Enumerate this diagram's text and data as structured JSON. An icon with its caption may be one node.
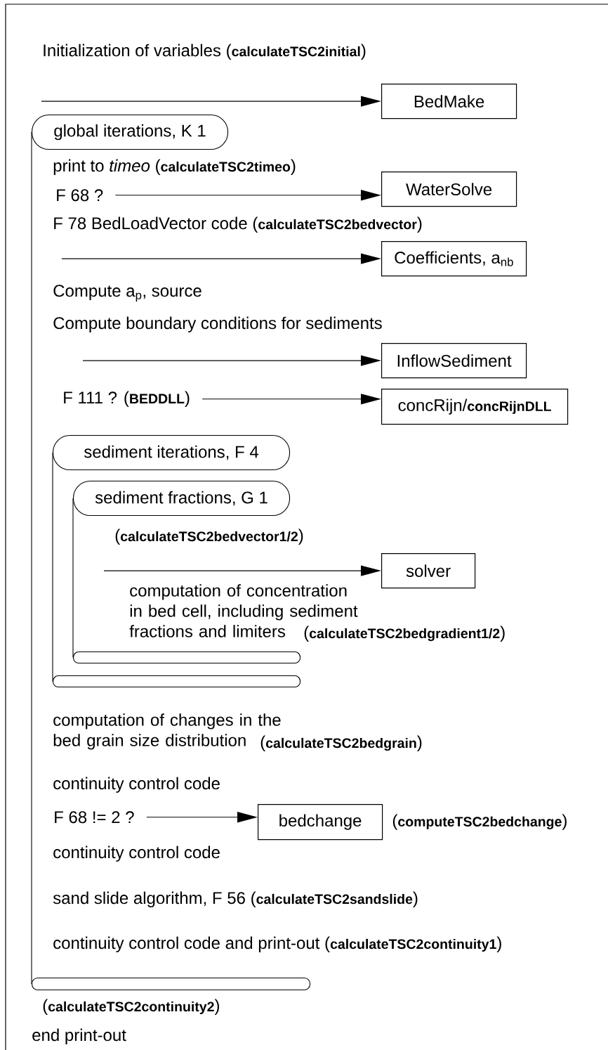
{
  "diagram": {
    "nodes": [
      {
        "text": [
          "BedMake"
        ]
      },
      {
        "text": [
          "global iterations, K 1"
        ]
      },
      {
        "text": [
          "F 68 ?"
        ]
      },
      {
        "text": [
          "WaterSolve"
        ]
      },
      {
        "text": [
          "Coefficients, a$_{nb}$"
        ]
      },
      {
        "text": [
          "InflowSediment"
        ]
      },
      {
        "text": [
          "F 111 ? (**BEDDLL**)"
        ]
      },
      {
        "text": [
          "concRijn/**concRijnDLL**"
        ]
      },
      {
        "text": [
          "sediment iterations, F 4"
        ]
      },
      {
        "text": [
          "sediment fractions, G 1"
        ]
      },
      {
        "text": [
          "solver"
        ]
      },
      {
        "text": [],
        "shape": "bar"
      },
      {
        "text": [],
        "shape": "bar"
      },
      {
        "text": [
          "F 68 != 2 ?"
        ]
      },
      {
        "text": [
          "bedchange"
        ],
        "beside": [
          "(**computeTSC2bedchange**)"
        ]
      },
      {
        "text": [],
        "shape": "bar"
      }
    ],
    "edges": [
      {
        "from": null,
        "to": 0,
        "arrow": "to"
      },
      {
        "from": 2,
        "to": 3,
        "arrow": "to"
      },
      {
        "from": null,
        "to": 4,
        "arrow": "to"
      },
      {
        "from": null,
        "to": 5,
        "arrow": "to"
      },
      {
        "from": 6,
        "to": 7,
        "arrow": "to"
      },
      {
        "from": null,
        "to": 10,
        "arrow": "to"
      },
      {
        "from": 13,
        "to": 14,
        "arrow": "to"
      },
      {
        "from": 1,
        "to": 15,
        "arrow": "none"
      },
      {
        "from": 8,
        "to": 12,
        "arrow": "none"
      },
      {
        "from": 9,
        "to": 11,
        "arrow": "none"
      }
    ],
    "labels": [
      "Initialization of variables (**calculateTSC2initial**)",
      "print to *timeo* (**calculateTSC2timeo**)",
      "F 78 BedLoadVector code (**calculateTSC2bedvector**)",
      "Compute a$_{p}$, source",
      "Compute boundary conditions for sediments",
      "(**calculateTSC2bedvector1/2**)",
      "computation of concentration in bed cell, including sediment fractions and limiters",
      "(**calculateTSC2bedgradient1/2**)",
      "computation of changes in the bed grain size distribution",
      "(**calculateTSC2bedgrain**)",
      "continuity control code",
      "continuity control code",
      "sand slide algorithm, F 56 (**calculateTSC2sandslide**)",
      "continuity control code and print-out (**calculateTSC2continuity1**)",
      "(**calculateTSC2continuity2**)",
      "end print-out"
    ]
  }
}
